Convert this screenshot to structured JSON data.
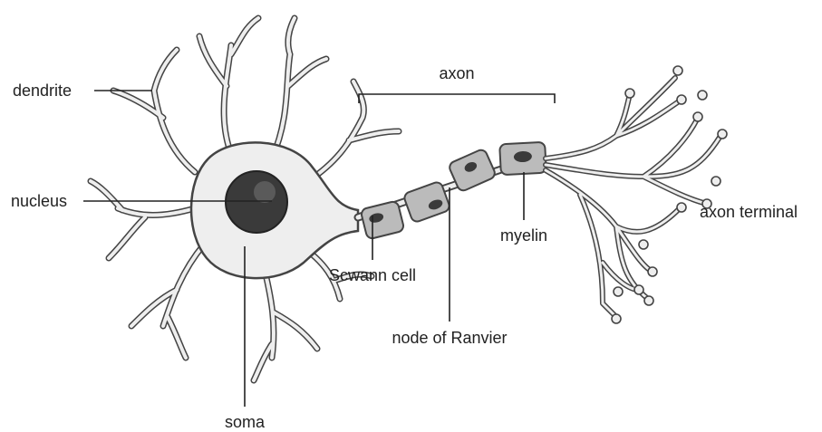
{
  "labels": {
    "dendrite": "dendrite",
    "axon": "axon",
    "nucleus": "nucleus",
    "axon_terminal": "axon terminal",
    "myelin": "myelin",
    "schwann_cell": "Scwann cell",
    "node_of_ranvier": "node of Ranvier",
    "soma": "soma"
  },
  "colors": {
    "outline": "#444444",
    "cell_fill": "#eeeeee",
    "sheath_fill": "#bbbbbb",
    "nucleus_fill": "#3a3a3a",
    "text": "#222222"
  }
}
